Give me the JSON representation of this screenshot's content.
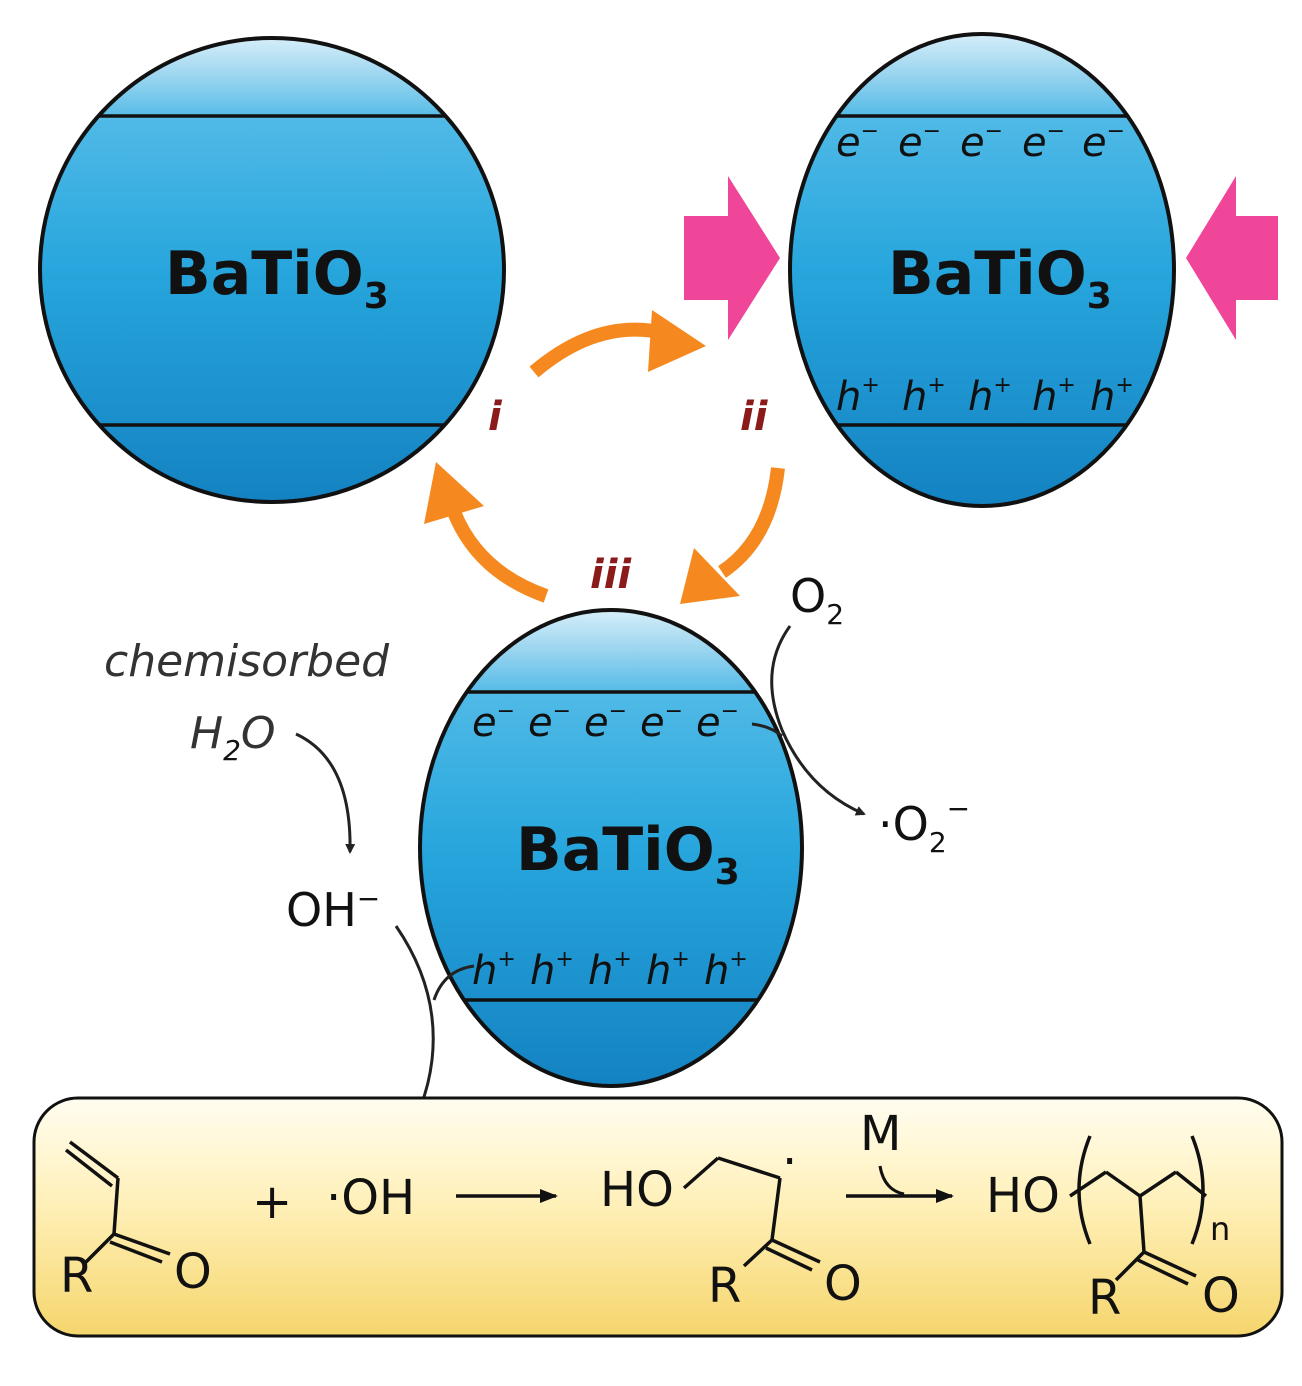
{
  "particles": [
    {
      "id": "left",
      "formula_main": "BaTiO",
      "formula_sub": "3"
    },
    {
      "id": "right",
      "formula_main": "BaTiO",
      "formula_sub": "3",
      "electrons": [
        "e",
        "e",
        "e",
        "e",
        "e"
      ],
      "electron_charge": "−",
      "holes": [
        "h",
        "h",
        "h",
        "h",
        "h"
      ],
      "hole_charge": "+"
    },
    {
      "id": "bottom",
      "formula_main": "BaTiO",
      "formula_sub": "3",
      "electrons": [
        "e",
        "e",
        "e",
        "e",
        "e"
      ],
      "electron_charge": "−",
      "holes": [
        "h",
        "h",
        "h",
        "h",
        "h"
      ],
      "hole_charge": "+"
    }
  ],
  "cycle_steps": [
    "i",
    "ii",
    "iii"
  ],
  "species": {
    "o2_main": "O",
    "o2_sub": "2",
    "superoxide_dot": "·",
    "superoxide_main": "O",
    "superoxide_sub": "2",
    "superoxide_charge": "−",
    "chemisorbed_label": "chemisorbed",
    "water_h": "H",
    "water_sub": "2",
    "water_o": "O",
    "hydroxide": "OH",
    "hydroxide_charge": "−"
  },
  "reaction": {
    "plus": "+",
    "hydroxyl_radical_dot": "·",
    "hydroxyl_radical": "OH",
    "r_label": "R",
    "o_label": "O",
    "ho_label": "HO",
    "radical_dot": "·",
    "monomer_label": "M",
    "repeat_n": "n"
  },
  "colors": {
    "particle_fill_top": "#c7e6f5",
    "particle_fill": "#29a8de",
    "particle_fill_bottom": "#1888c6",
    "cycle_arrow": "#f5891f",
    "pressure_arrow": "#f0469a",
    "step_text": "#8b1a1a",
    "panel_top": "#fffbe6",
    "panel_bottom": "#f6d772"
  }
}
